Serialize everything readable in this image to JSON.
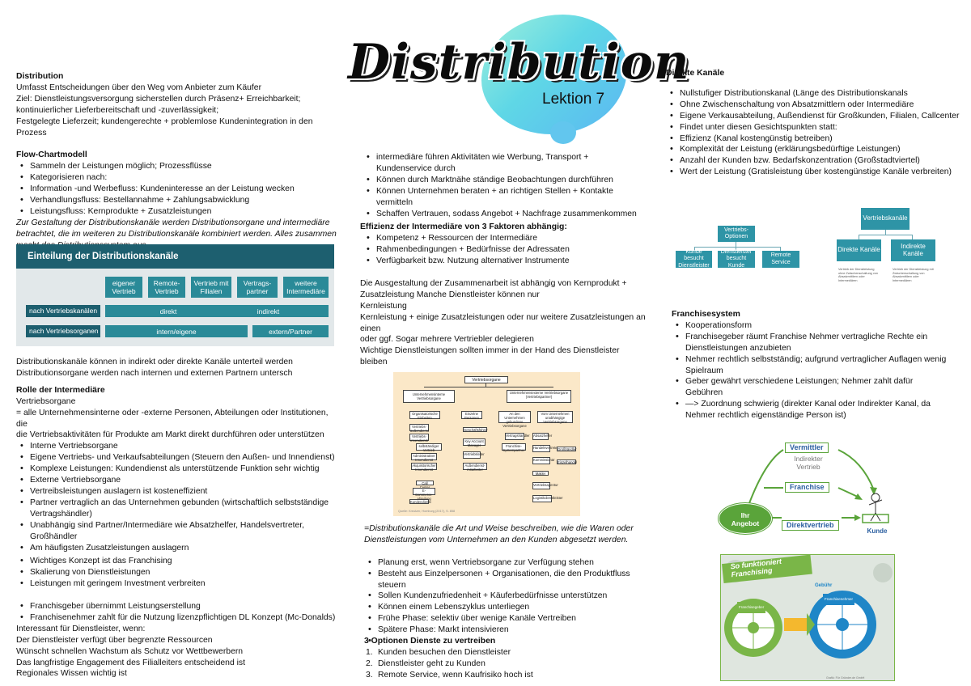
{
  "title": {
    "main": "Distribution",
    "lesson": "Lektion 7"
  },
  "left": {
    "distribution": {
      "heading": "Distribution",
      "lines": [
        "Umfasst Entscheidungen über den Weg vom Anbieter zum Käufer",
        "Ziel: Dienstleistungsversorgung sicherstellen durch Präsenz+ Erreichbarkeit;",
        "kontinuierlicher Lieferbereitschaft und -zuverlässigkeit;",
        "Festgelegte Lieferzeit; kundengerechte + problemlose Kundenintegration in den Prozess"
      ]
    },
    "flow": {
      "heading": "Flow-Chartmodell",
      "items": [
        "Sammeln der Leistungen möglich; Prozessflüsse",
        "Kategorisieren nach:",
        "Information -und Werbefluss: Kundeninteresse an der Leistung wecken",
        "Verhandlungsfluss: Bestellannahme + Zahlungsabwicklung",
        "Leistungsfluss: Kernprodukte + Zusatzleistungen"
      ],
      "italic": [
        "Zur Gestaltung der Distributionskanäle werden Distributionsorgane und intermediäre",
        "betrachtet, die im weiteren zu Distributionskanäle kombiniert werden. Alles zusammen",
        "macht das Distributionssystem aus."
      ]
    },
    "table": {
      "title": "Einteilung der Distributionskanäle",
      "columns": [
        "eigener Vertrieb",
        "Remote-Vertrieb",
        "Vertrieb mit Filialen",
        "Vertrags-partner",
        "weitere Intermediäre"
      ],
      "row1_label": "nach Vertriebskanälen",
      "row1_a": "direkt",
      "row1_b": "indirekt",
      "row2_label": "nach Vertriebsorganen",
      "row2_a": "intern/eigene",
      "row2_b": "extern/Partner"
    },
    "after_table": [
      "Distributionskanäle können in indirekt oder direkte Kanäle unterteil werden",
      "Distributionsorgane werden nach internen und externen Partnern untersch"
    ],
    "rolle": {
      "heading": "Rolle der Intermediäre",
      "lines": [
        "Vertriebsorgane",
        "= alle Unternehmensinterne  oder -externe Personen, Abteilungen oder Institutionen, die",
        "die Vertriebsaktivitäten für Produkte am Markt direkt durchführen oder unterstützen"
      ],
      "items": [
        "Interne Vertriebsorgane",
        "Eigene Vertriebs- und Verkaufsabteilungen (Steuern den Außen- und Innendienst)",
        "Komplexe Leistungen: Kundendienst als unterstützende Funktion sehr wichtig",
        "Externe Vertriebsorgane",
        "Vertreibsleistungen auslagern ist kosteneffizient",
        "Partner vertraglich an das Unternehmen gebunden (wirtschaftlich selbstständige",
        "Unabhängig sind Partner/Intermediäre wie Absatzhelfer, Handelsvertreter,",
        "Am häufigsten Zusatzleistungen auslagern"
      ],
      "item6_cont": "Vertragshändler)",
      "item7_cont": "Großhändler",
      "items2": [
        "Wichtiges Konzept ist das Franchising",
        "Skalierung von Dienstleistungen",
        "Leistungen mit geringem Investment verbreiten"
      ],
      "items3": [
        "Franchisgeber übernimmt Leistungserstellung",
        "Franchisenehmer zahlt für die Nutzung lizenzpflichtigen DL Konzept (Mc-Donalds)"
      ],
      "tail": [
        "Interessant für Dienstleister, wenn:",
        "Der Dienstleister verfügt über begrenzte Ressourcen",
        "Wünscht schnellen Wachstum als Schutz vor Wettbewerbern",
        "Das langfristige Engagement des Filialleiters entscheidend ist",
        "Regionales Wissen wichtig ist"
      ]
    }
  },
  "middle": {
    "items": [
      "intermediäre führen Aktivitäten wie Werbung, Transport +",
      "Können durch Marktnähe ständige Beobachtungen durchführen",
      "Können Unternehmen beraten + an richtigen Stellen + Kontakte",
      "Schaffen Vertrauen, sodass Angebot + Nachfrage zusammenkommen"
    ],
    "item1_cont": "Kundenservice durch",
    "item3_cont": "vermitteln",
    "effizienz": {
      "heading": "Effizienz der Intermediäre von 3 Faktoren abhängig:",
      "items": [
        "Kompetenz + Ressourcen der Intermediäre",
        "Rahmenbedingungen + Bedürfnisse der Adressaten",
        "Verfügbarkeit bzw. Nutzung alternativer Instrumente"
      ]
    },
    "ausgestaltung": [
      "Die Ausgestaltung der Zusammenarbeit ist abhängig von Kernprodukt +",
      "Zusatzleistung Manche Dienstleister können nur",
      "Kernleistung",
      "Kernleistung + einige Zusatzleistungen oder nur weitere Zusatzleistungen an",
      "einen",
      "oder ggf. Sogar mehrere Vertriebler delegieren",
      "Wichtige Dienstleistungen sollten immer in der Hand des Dienstleister bleiben"
    ],
    "vchart": {
      "root": "Vertriebsorgane",
      "left": "Unternehmensinterne Vertriebsorgane",
      "right": "Unternehmensexterne Vertriebsorgane (Vertriebspartner)",
      "c1": [
        "Organisatorische Einheiten",
        "Vertriebs-außendienst",
        "Vertriebs-innendienst",
        "selbständiger Vertrieb",
        "Administrativer Innendienst",
        "Akquisitorischer Innendienst",
        "Call Center",
        "E-Commerce-Abteilung",
        "Kundendienst"
      ],
      "c2": [
        "Einzelne Personen",
        "Geschäftsführer",
        "Key Account Manager",
        "Vertriebsleiter",
        "Außendienst-mitarbeiter"
      ],
      "c3": [
        "An den Unternehmen gebundene Vertriebsorgane",
        "Vertragshändler",
        "Franchise-Systempartner"
      ],
      "c4": [
        "Vom Unternehmen unabhängige Vertriebsorgane",
        "Absatzhelfer",
        "Handelsvertreter",
        "Kommissionär",
        "Makler",
        "Vertriebsagentur",
        "Logistikdienstleister"
      ],
      "c5": [
        "Großhändler",
        "Einzelhandel"
      ],
      "source": "Quelle: Kreutzer, Homburg (2017), S. 858"
    },
    "definition": [
      "=Distributionskanäle die Art und Weise beschreiben, wie die Waren oder",
      "Dienstleistungen vom Unternehmen an den Kunden abgesetzt werden."
    ],
    "items4": [
      "Planung erst, wenn Vertriebsorgane zur Verfügung stehen",
      "Besteht aus Einzelpersonen + Organisationen, die den Produktfluss",
      "Sollen Kundenzufriedenheit + Käuferbedürfnisse unterstützen",
      "Können einem Lebenszyklus unterliegen",
      "Frühe Phase: selektiv über wenige Kanäle Vertreiben",
      "Spätere Phase: Markt intensivieren"
    ],
    "item4b_cont": "steuern",
    "optionen": {
      "heading": "3 Optionen Dienste zu vertreiben",
      "items": [
        "Kunden besuchen den Dienstleister",
        "Dienstleister geht zu Kunden",
        "Remote Service, wenn Kaufrisiko hoch ist"
      ]
    }
  },
  "right": {
    "direkte": {
      "heading": "Direkte Kanäle",
      "items": [
        "Nullstufiger Distributionskanal (Länge des Distributionskanals",
        "Ohne Zwischenschaltung von Absatzmittlern oder Intermediäre",
        "Eigene Verkausabteilung, Außendienst für Großkunden, Filialen, Callcenter",
        "Findet unter diesen Gesichtspunkten statt:",
        "Effizienz (Kanal kostengünstig betreiben)",
        "Komplexität der Leistung (erklärungsbedürftige Leistungen)",
        "Anzahl der  Kunden bzw. Bedarfskonzentration (Großstadtviertel)",
        "Wert der Leistung (Gratisleistung über kostengünstige  Kanäle verbreiten)"
      ]
    },
    "org1": {
      "top": "Vertriebs-Optionen",
      "a": "Kunde besucht Dienstleister",
      "b": "Dienstleister besucht Kunde",
      "c": "Remote Service"
    },
    "org2": {
      "top": "Vertriebskanäle",
      "a": "Direkte Kanäle",
      "b": "Indirekte Kanäle",
      "a_note": "Vertrieb der Dienstleistung ohne Zwischenschaltung von Absatzmittlern oder Intermediären",
      "b_note": "Vertrieb der Dienstleistung mit Zwischenschaltung von Absatzmittlern oder Intermediären"
    },
    "franchise": {
      "heading": "Franchisesystem",
      "items": [
        "Kooperationsform",
        "Franchisegeber räumt Franchise Nehmer vertragliche Rechte ein",
        "Nehmer rechtlich selbstständig; aufgrund vertraglicher Auflagen wenig",
        "Geber gewährt verschiedene Leistungen; Nehmer zahlt dafür",
        "—> Zuordnung schwierig (direkter Kanal oder Indirekter Kanal, da"
      ],
      "cont": [
        "Dienstleistungen anzubieten",
        "Spielraum",
        "Gebühren",
        "Nehmer rechtlich eigenständige Person ist)"
      ]
    },
    "tri": {
      "vermittler": "Vermittler",
      "indirekt1": "Indirekter",
      "indirekt2": "Vertrieb",
      "franchise": "Franchise",
      "direkt": "Direktvertrieb",
      "angebot1": "Ihr",
      "angebot2": "Angebot",
      "kunde": "Kunde"
    },
    "infographic": {
      "title1": "So funktioniert",
      "title2": "Franchising",
      "gebuehr": "Gebühr",
      "geber": "Franchisegeber",
      "nehmer": "Franchisenehmer",
      "source": "Grafik: Für Gründer.de GmbH"
    }
  },
  "colors": {
    "teal_dark": "#1d5f6f",
    "teal": "#2a8a98",
    "green": "#5aa43a",
    "blue": "#2b5fa0"
  }
}
